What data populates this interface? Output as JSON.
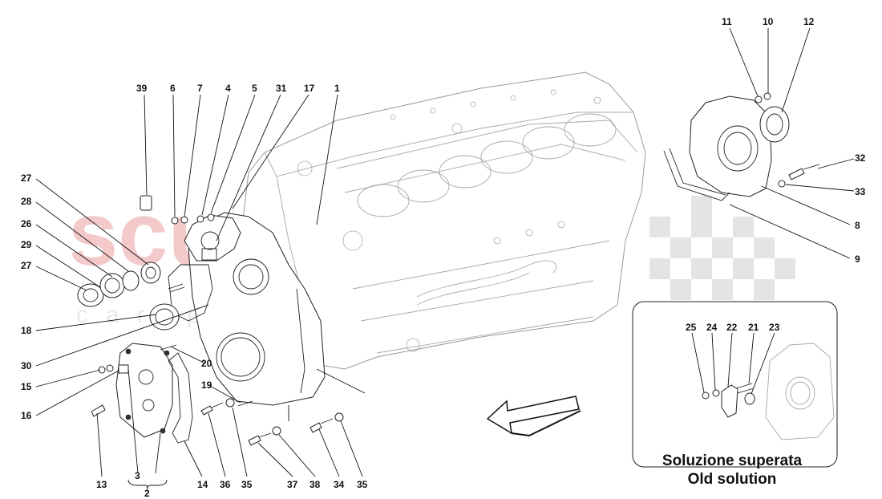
{
  "watermark": {
    "main": "scuderia",
    "sub": "car parts"
  },
  "callouts": [
    {
      "id": "39",
      "text": "39"
    },
    {
      "id": "6",
      "text": "6"
    },
    {
      "id": "7",
      "text": "7"
    },
    {
      "id": "4",
      "text": "4"
    },
    {
      "id": "5",
      "text": "5"
    },
    {
      "id": "31",
      "text": "31"
    },
    {
      "id": "17",
      "text": "17"
    },
    {
      "id": "1",
      "text": "1"
    },
    {
      "id": "11",
      "text": "11"
    },
    {
      "id": "10",
      "text": "10"
    },
    {
      "id": "12",
      "text": "12"
    },
    {
      "id": "32",
      "text": "32"
    },
    {
      "id": "33",
      "text": "33"
    },
    {
      "id": "8",
      "text": "8"
    },
    {
      "id": "9",
      "text": "9"
    },
    {
      "id": "27a",
      "text": "27"
    },
    {
      "id": "28",
      "text": "28"
    },
    {
      "id": "26",
      "text": "26"
    },
    {
      "id": "29",
      "text": "29"
    },
    {
      "id": "27b",
      "text": "27"
    },
    {
      "id": "18",
      "text": "18"
    },
    {
      "id": "30",
      "text": "30"
    },
    {
      "id": "15",
      "text": "15"
    },
    {
      "id": "16",
      "text": "16"
    },
    {
      "id": "20",
      "text": "20"
    },
    {
      "id": "19",
      "text": "19"
    },
    {
      "id": "13",
      "text": "13"
    },
    {
      "id": "3",
      "text": "3"
    },
    {
      "id": "2",
      "text": "2"
    },
    {
      "id": "14",
      "text": "14"
    },
    {
      "id": "36",
      "text": "36"
    },
    {
      "id": "35a",
      "text": "35"
    },
    {
      "id": "37",
      "text": "37"
    },
    {
      "id": "38",
      "text": "38"
    },
    {
      "id": "34",
      "text": "34"
    },
    {
      "id": "35b",
      "text": "35"
    },
    {
      "id": "25",
      "text": "25"
    },
    {
      "id": "24",
      "text": "24"
    },
    {
      "id": "22",
      "text": "22"
    },
    {
      "id": "21",
      "text": "21"
    },
    {
      "id": "23",
      "text": "23"
    }
  ],
  "inset": {
    "line1": "Soluzione superata",
    "line2": "Old solution"
  }
}
